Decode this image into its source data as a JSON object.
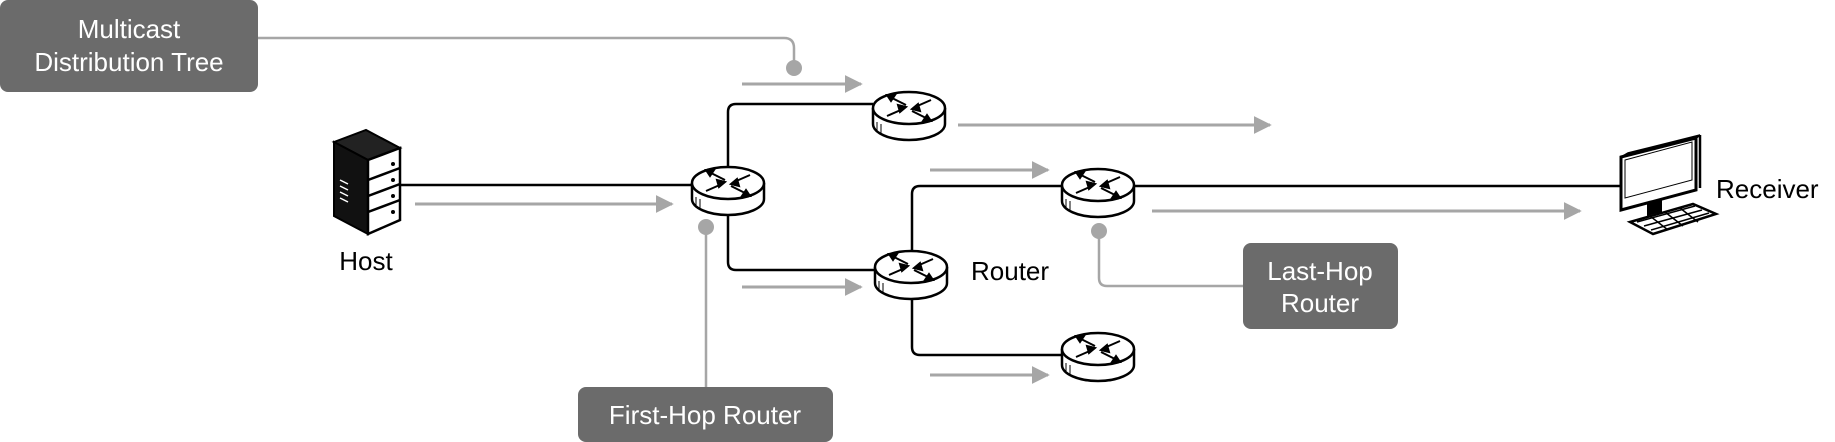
{
  "labels": {
    "host": "Host",
    "router": "Router",
    "receiver": "Receiver"
  },
  "callouts": {
    "multicast_tree": {
      "line1": "Multicast",
      "line2": "Distribution Tree"
    },
    "first_hop": "First-Hop Router",
    "last_hop": {
      "line1": "Last-Hop",
      "line2": "Router"
    }
  },
  "colors": {
    "callout_box": "#6b6b6b",
    "flow_arrow": "#a6a6a6",
    "link": "#000000"
  },
  "icons": {
    "host": "server-icon",
    "router": "router-icon",
    "receiver": "desktop-computer-icon"
  }
}
